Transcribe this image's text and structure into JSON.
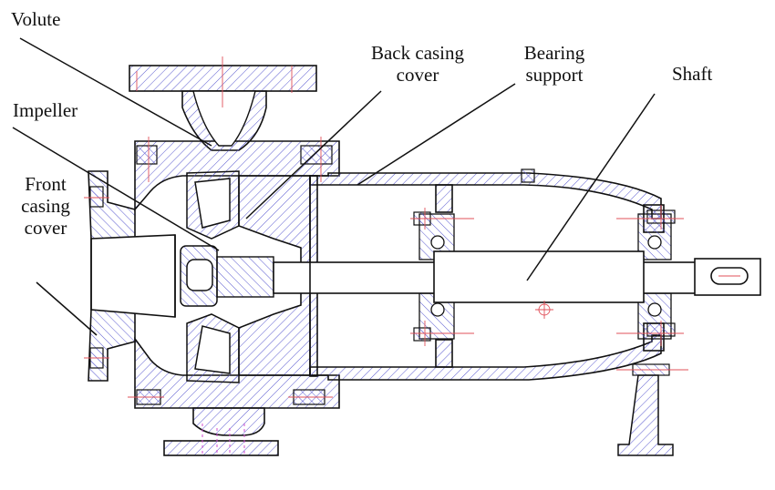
{
  "labels": {
    "volute": "Volute",
    "back_casing_cover": [
      "Back casing",
      "cover"
    ],
    "bearing_support": [
      "Bearing",
      "support"
    ],
    "shaft": "Shaft",
    "impeller": "Impeller",
    "front_casing_cover": [
      "Front",
      "casing",
      "cover"
    ]
  },
  "colors": {
    "outline": "#111111",
    "hatch": "#5a5ad0",
    "centerline": "#e0505a",
    "hidden_lines": "#d04cd0"
  }
}
